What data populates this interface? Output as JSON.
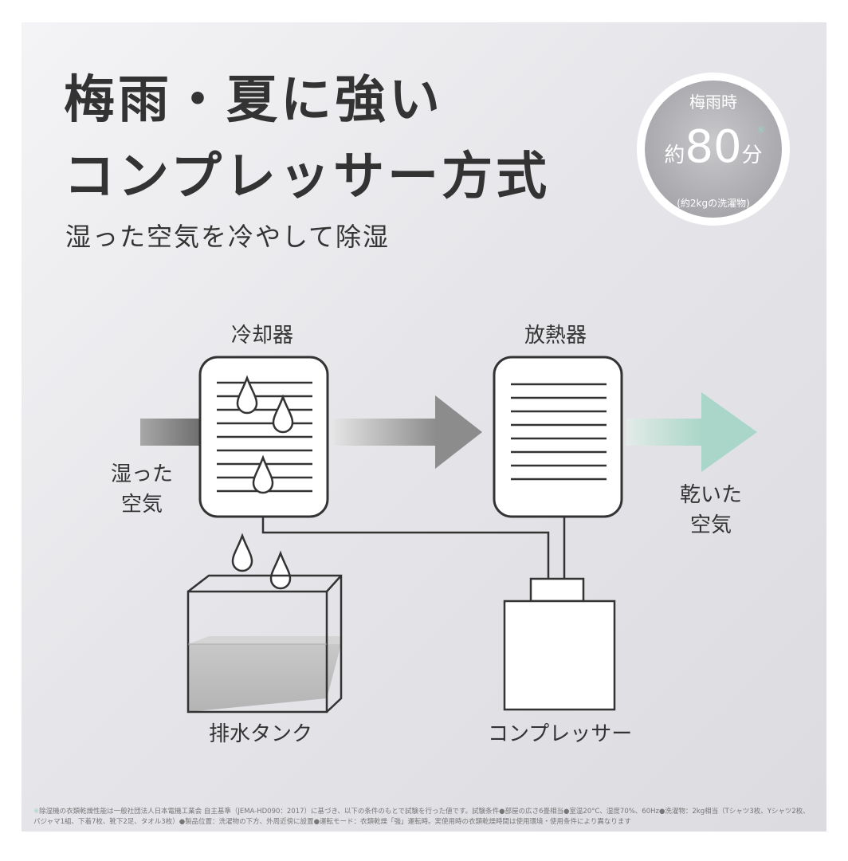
{
  "title": {
    "line1": "梅雨・夏に強い",
    "line2": "コンプレッサー方式"
  },
  "subtitle": "湿った空気を冷やして除湿",
  "badge": {
    "label": "梅雨時",
    "prefix": "約",
    "value": "80",
    "unit": "分",
    "note_mark": "※",
    "sub": "(約2kgの洗濯物)"
  },
  "diagram": {
    "cooler_label": "冷却器",
    "radiator_label": "放熱器",
    "humid_air_label": [
      "湿った",
      "空気"
    ],
    "dry_air_label": [
      "乾いた",
      "空気"
    ],
    "tank_label": "排水タンク",
    "compressor_label": "コンプレッサー"
  },
  "colors": {
    "accent": "#9ad1c2",
    "text": "#333333",
    "arrow": "#8c8c8c",
    "dry_arrow": "#a9d6c8"
  },
  "footnote": {
    "mark": "※",
    "line1": "除湿機の衣類乾燥性能は一般社団法人日本電機工業会 自主基準（JEMA-HD090：2017）に基づき、以下の条件のもとで試験を行った値です。試験条件●部屋の広さ6畳相当●室温20°C、湿度70%、60Hz●洗濯物：2kg相当（Tシャツ3枚、Yシャツ2枚、",
    "line2": "パジャマ1組、下着7枚、靴下2足、タオル3枚）●製品位置：洗濯物の下方、外周近傍に設置●運転モード：衣類乾燥「強」運転時。実使用時の衣類乾燥時間は使用環境・使用条件により異なります"
  }
}
